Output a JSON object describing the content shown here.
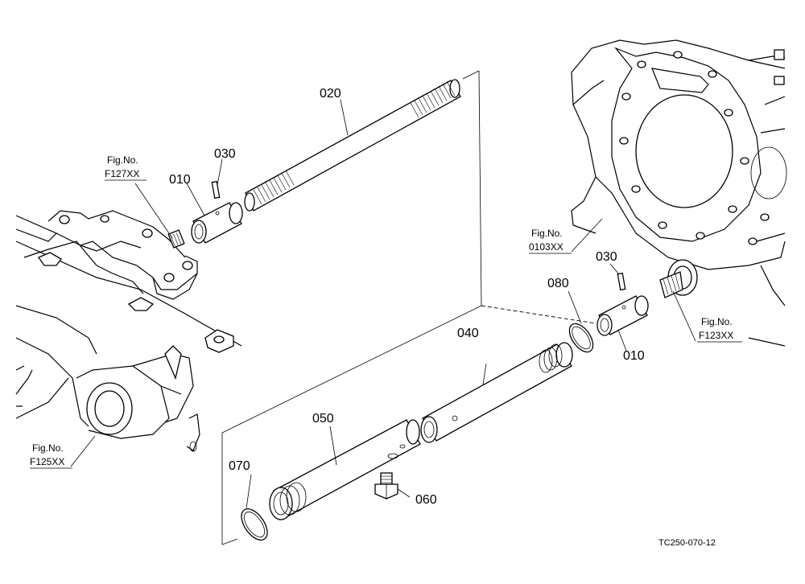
{
  "parts": {
    "p010_left": "010",
    "p010_right": "010",
    "p020": "020",
    "p030_left": "030",
    "p030_right": "030",
    "p040": "040",
    "p050": "050",
    "p060": "060",
    "p070": "070",
    "p080": "080"
  },
  "refs": {
    "f127": {
      "line1": "Fig.No.",
      "line2": "F127XX"
    },
    "f125": {
      "line1": "Fig.No.",
      "line2": "F125XX"
    },
    "o103": {
      "line1": "Fig.No.",
      "line2": "0103XX"
    },
    "f123": {
      "line1": "Fig.No.",
      "line2": "F123XX"
    }
  },
  "drawing_code": "TC250-070-12"
}
